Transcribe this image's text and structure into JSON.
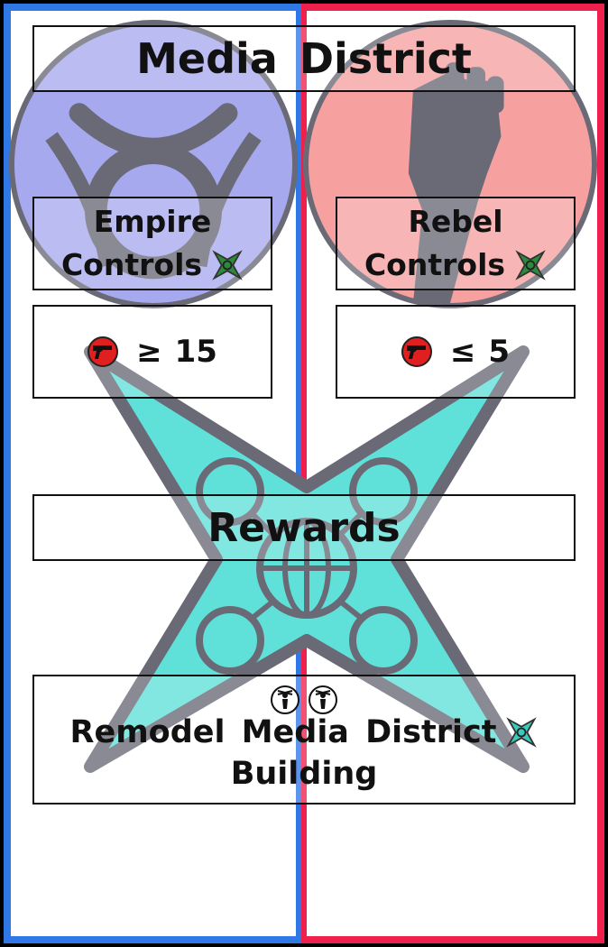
{
  "card": {
    "title": "Media District",
    "colors": {
      "empire_border": "#2f78e6",
      "rebel_border": "#f0204c",
      "empire_emblem": "#a7a9ef",
      "rebel_emblem": "#f7a0a0",
      "district_star": "#5fe0d8",
      "empire_control_star": "#2d8a3a",
      "reward_star": "#3ec9bd",
      "gun_token": "#e02020"
    },
    "background": {
      "left_emblem": "empire-emblem-icon",
      "right_emblem": "rebel-fist-icon",
      "center_symbol": "media-network-star-icon"
    },
    "empire": {
      "line1": "Empire",
      "line2": "Controls",
      "control_icon": "green-district-star-icon",
      "requirement_icon": "gun-icon",
      "operator": "≥",
      "value": "15"
    },
    "rebel": {
      "line1": "Rebel",
      "line2": "Controls",
      "control_icon": "green-district-star-icon",
      "requirement_icon": "gun-icon",
      "operator": "≤",
      "value": "5"
    },
    "rewards": {
      "heading": "Rewards",
      "cost_icons": [
        "worker-token-icon",
        "worker-token-icon"
      ],
      "line1": "Remodel Media District",
      "line2": "Building",
      "star_icon": "cyan-district-star-icon"
    }
  }
}
